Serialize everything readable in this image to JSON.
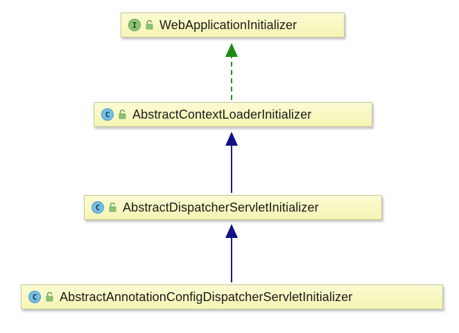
{
  "diagram": {
    "nodes": [
      {
        "kind": "interface",
        "kind_letter": "I",
        "label": "WebApplicationInitializer"
      },
      {
        "kind": "class",
        "kind_letter": "C",
        "label": "AbstractContextLoaderInitializer"
      },
      {
        "kind": "class",
        "kind_letter": "C",
        "label": "AbstractDispatcherServletInitializer"
      },
      {
        "kind": "class",
        "kind_letter": "C",
        "label": "AbstractAnnotationConfigDispatcherServletInitializer"
      }
    ],
    "edges": [
      {
        "from": "AbstractContextLoaderInitializer",
        "to": "WebApplicationInitializer",
        "relation": "implements",
        "style": "dashed",
        "color": "#2a8a22"
      },
      {
        "from": "AbstractDispatcherServletInitializer",
        "to": "AbstractContextLoaderInitializer",
        "relation": "extends",
        "style": "solid",
        "color": "#1a1a8c"
      },
      {
        "from": "AbstractAnnotationConfigDispatcherServletInitializer",
        "to": "AbstractDispatcherServletInitializer",
        "relation": "extends",
        "style": "solid",
        "color": "#1a1a8c"
      }
    ],
    "colors": {
      "node_fill": "#f8f8c4",
      "node_border": "#c4c49a",
      "interface_icon": "#8bc277",
      "class_icon": "#74bde6",
      "lock_icon": "#6da35a"
    },
    "icons": {
      "kind_icon": "class-kind-icon",
      "visibility_icon": "public-lock-icon"
    }
  }
}
